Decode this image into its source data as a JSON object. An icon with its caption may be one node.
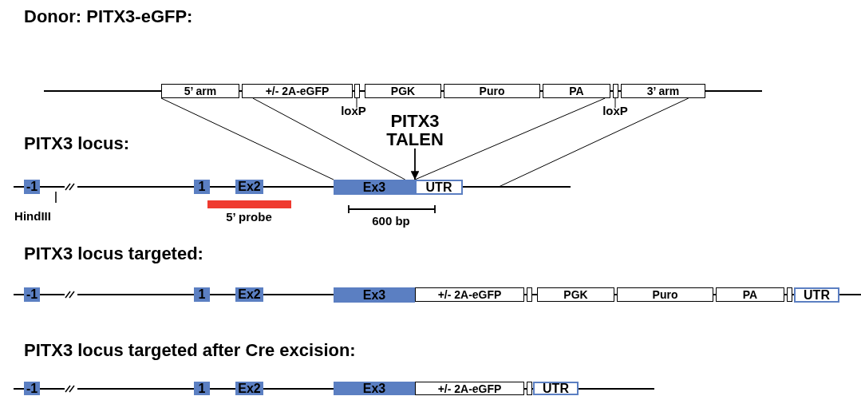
{
  "diagram": {
    "title": "Donor: PITX3-eGFP:",
    "nodes": [
      {
        "text": [
          "5’ arm"
        ]
      },
      {
        "text": [
          "+/- 2A-eGFP"
        ]
      },
      {
        "text": [],
        "shape": "box"
      },
      {
        "text": [
          "PGK"
        ]
      },
      {
        "text": [
          "Puro"
        ]
      },
      {
        "text": [
          "PA"
        ]
      },
      {
        "text": [],
        "shape": "box"
      },
      {
        "text": [
          "3’ arm"
        ]
      },
      {
        "text": [
          "loxP"
        ]
      },
      {
        "text": [
          "loxP"
        ]
      },
      {
        "text": [
          "PITX3 TALEN"
        ]
      },
      {
        "text": [
          "-1"
        ]
      },
      {
        "text": [
          "1"
        ]
      },
      {
        "text": [
          "Ex2"
        ]
      },
      {
        "text": [
          "Ex3"
        ]
      },
      {
        "text": [
          "UTR"
        ]
      },
      {
        "text": [
          "-1"
        ]
      },
      {
        "text": [
          "1"
        ]
      },
      {
        "text": [
          "Ex2"
        ]
      },
      {
        "text": [
          "Ex3"
        ]
      },
      {
        "text": [
          "+/- 2A-eGFP"
        ]
      },
      {
        "text": [],
        "shape": "box"
      },
      {
        "text": [
          "PGK"
        ]
      },
      {
        "text": [
          "Puro"
        ]
      },
      {
        "text": [
          "PA"
        ]
      },
      {
        "text": [],
        "shape": "box"
      },
      {
        "text": [
          "UTR"
        ]
      },
      {
        "text": [
          "-1"
        ]
      },
      {
        "text": [
          "1"
        ]
      },
      {
        "text": [
          "Ex2"
        ]
      },
      {
        "text": [
          "Ex3"
        ]
      },
      {
        "text": [
          "+/- 2A-eGFP"
        ]
      },
      {
        "text": [],
        "shape": "box"
      },
      {
        "text": [
          "UTR"
        ]
      }
    ],
    "edges": [
      {
        "from": 0,
        "to": 14,
        "arrow": "none"
      },
      {
        "from": 1,
        "to": 14,
        "arrow": "none"
      },
      {
        "from": 5,
        "to": 15,
        "arrow": "none"
      },
      {
        "from": 7,
        "to": null,
        "arrow": "none"
      },
      {
        "from": 8,
        "to": 2,
        "arrow": "none"
      },
      {
        "from": 9,
        "to": 6,
        "arrow": "none"
      },
      {
        "from": 10,
        "to": 14,
        "arrow": "to"
      }
    ],
    "labels": [
      "PITX3 locus:",
      "HindIII",
      "5’ probe",
      "600 bp",
      "PITX3 locus targeted:",
      "PITX3 locus targeted after Cre excision:"
    ]
  }
}
